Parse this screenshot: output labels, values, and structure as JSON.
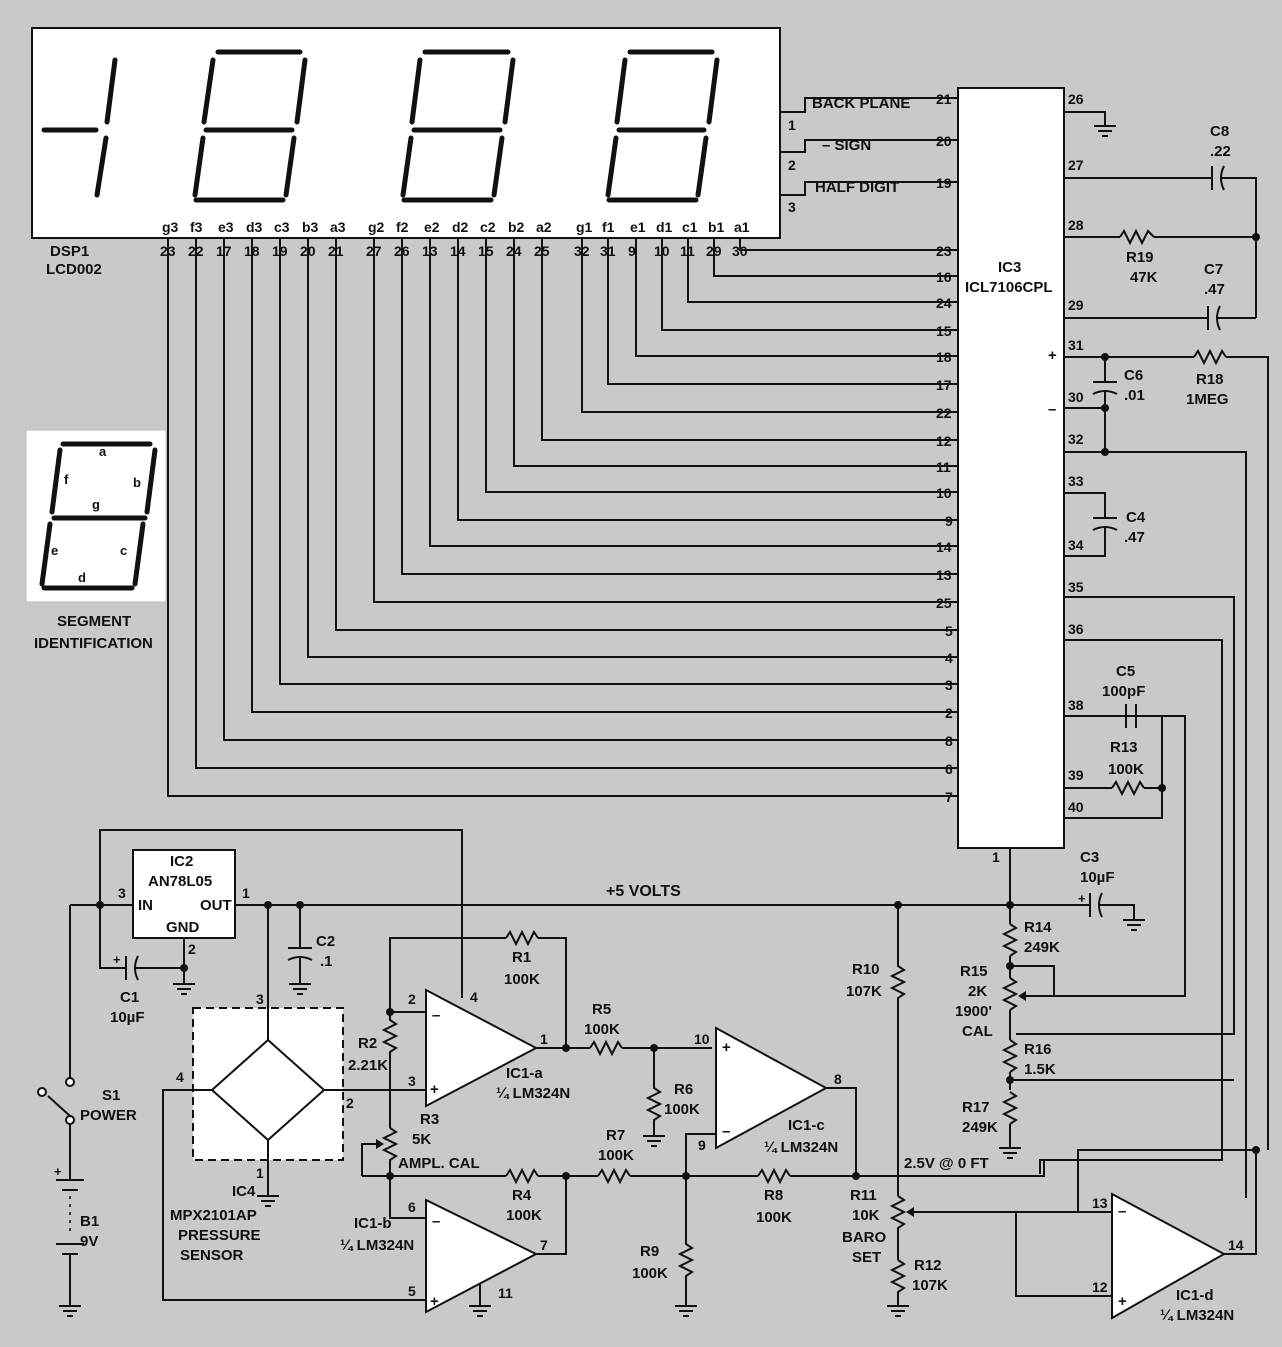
{
  "display": {
    "ref": "DSP1",
    "part": "LCD002",
    "digit_labels": [
      "g3",
      "f3",
      "e3",
      "d3",
      "c3",
      "b3",
      "a3",
      "g2",
      "f2",
      "e2",
      "d2",
      "c2",
      "b2",
      "a2",
      "g1",
      "f1",
      "e1",
      "d1",
      "c1",
      "b1",
      "a1"
    ],
    "bottom_pins": [
      "23",
      "22",
      "17",
      "18",
      "19",
      "20",
      "21",
      "27",
      "26",
      "13",
      "14",
      "15",
      "24",
      "25",
      "32",
      "31",
      "9",
      "10",
      "11",
      "29",
      "30"
    ],
    "side_pins": [
      "1",
      "2",
      "3"
    ]
  },
  "display_signals": [
    "BACK PLANE",
    "– SIGN",
    "HALF DIGIT"
  ],
  "segment_id": {
    "letters": [
      "a",
      "b",
      "c",
      "d",
      "e",
      "f",
      "g"
    ],
    "caption_1": "SEGMENT",
    "caption_2": "IDENTIFICATION"
  },
  "ic3": {
    "ref": "IC3",
    "part": "ICL7106CPL",
    "left_pins": [
      "21",
      "20",
      "19",
      "23",
      "16",
      "24",
      "15",
      "18",
      "17",
      "22",
      "12",
      "11",
      "10",
      "9",
      "14",
      "13",
      "25",
      "5",
      "4",
      "3",
      "2",
      "8",
      "6",
      "7"
    ],
    "right_pins": [
      "26",
      "27",
      "28",
      "29",
      "31",
      "30",
      "32",
      "33",
      "34",
      "35",
      "36",
      "38",
      "39",
      "40"
    ],
    "bottom_pin": "1",
    "plus": "+",
    "minus": "–"
  },
  "components": {
    "c8": [
      "C8",
      ".22"
    ],
    "r19": [
      "R19",
      "47K"
    ],
    "c7": [
      "C7",
      ".47"
    ],
    "c6": [
      "C6",
      ".01"
    ],
    "r18": [
      "R18",
      "1MEG"
    ],
    "c4": [
      "C4",
      ".47"
    ],
    "c5": [
      "C5",
      "100pF"
    ],
    "r13": [
      "R13",
      "100K"
    ],
    "c3": [
      "C3",
      "10µF"
    ],
    "r14": [
      "R14",
      "249K"
    ],
    "r15": [
      "R15",
      "2K",
      "1900'",
      "CAL"
    ],
    "r16": [
      "R16",
      "1.5K"
    ],
    "r17": [
      "R17",
      "249K"
    ],
    "ic2": [
      "IC2",
      "AN78L05",
      "IN",
      "OUT",
      "GND"
    ],
    "c2": [
      "C2",
      ".1"
    ],
    "c1": [
      "C1",
      "10µF"
    ],
    "s1": [
      "S1",
      "POWER"
    ],
    "b1": [
      "B1",
      "9V"
    ],
    "ic4": [
      "IC4",
      "MPX2101AP",
      "PRESSURE",
      "SENSOR"
    ],
    "r1": [
      "R1",
      "100K"
    ],
    "r2": [
      "R2",
      "2.21K"
    ],
    "r3": [
      "R3",
      "5K",
      "AMPL. CAL"
    ],
    "r4": [
      "R4",
      "100K"
    ],
    "r5": [
      "R5",
      "100K"
    ],
    "r6": [
      "R6",
      "100K"
    ],
    "r7": [
      "R7",
      "100K"
    ],
    "r8": [
      "R8",
      "100K"
    ],
    "r9": [
      "R9",
      "100K"
    ],
    "r10": [
      "R10",
      "107K"
    ],
    "r11": [
      "R11",
      "10K",
      "BARO",
      "SET"
    ],
    "r12": [
      "R12",
      "107K"
    ],
    "ic1a": [
      "IC1-a",
      "¼ LM324N"
    ],
    "ic1b": [
      "IC1-b",
      "¼ LM324N"
    ],
    "ic1c": [
      "IC1-c",
      "¼ LM324N"
    ],
    "ic1d": [
      "IC1-d",
      "¼ LM324N"
    ]
  },
  "net_labels": {
    "plus5": "+5 VOLTS",
    "ref_level": "2.5V @ 0 FT"
  },
  "pin_numbers": {
    "ic2_in": "3",
    "ic2_out": "1",
    "ic2_gnd": "2",
    "ic4_top": "3",
    "ic4_left": "4",
    "ic4_right": "2",
    "ic4_bottom": "1",
    "ic1a_inv": "2",
    "ic1a_non": "3",
    "ic1a_out": "1",
    "ic1a_vcc": "4",
    "ic1b_inv": "6",
    "ic1b_non": "5",
    "ic1b_out": "7",
    "ic1b_gnd": "11",
    "ic1c_non": "10",
    "ic1c_inv": "9",
    "ic1c_out": "8",
    "ic1d_inv": "13",
    "ic1d_non": "12",
    "ic1d_out": "14"
  }
}
